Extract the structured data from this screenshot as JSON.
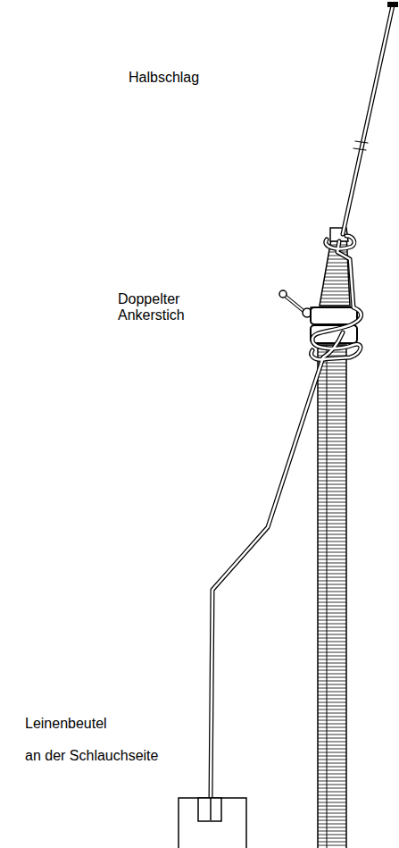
{
  "diagram": {
    "labels": [
      "Halbschlag",
      "Doppelter Ankerstich",
      "Leinenbeutel",
      "an der Schlauchseite"
    ]
  }
}
